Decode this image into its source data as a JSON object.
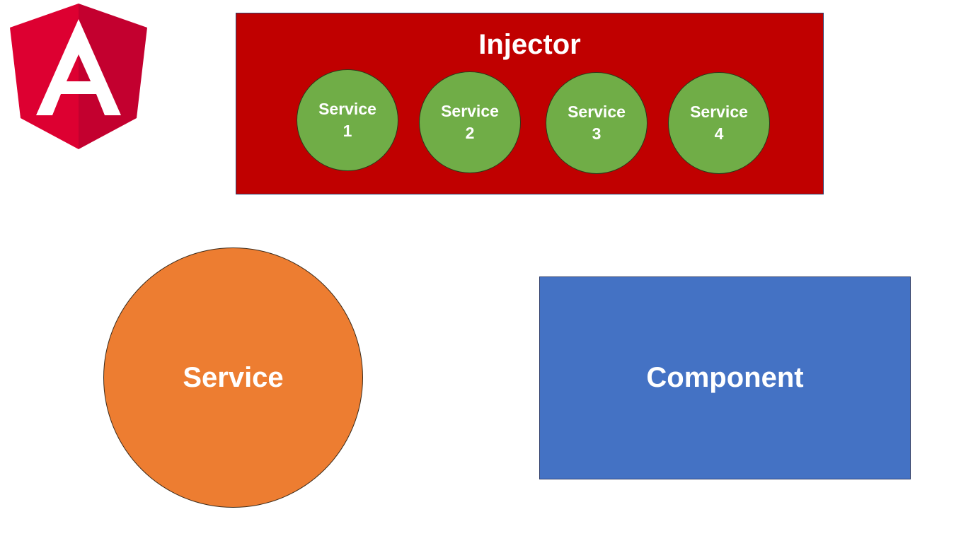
{
  "logo": {
    "icon": "angular-logo-icon",
    "colors": {
      "left": "#dd0031",
      "right": "#c3002f",
      "letter": "#ffffff"
    }
  },
  "injector": {
    "title": "Injector",
    "color": "#c00000",
    "services": [
      {
        "label": "Service",
        "number": "1"
      },
      {
        "label": "Service",
        "number": "2"
      },
      {
        "label": "Service",
        "number": "3"
      },
      {
        "label": "Service",
        "number": "4"
      }
    ],
    "service_color": "#70ad47"
  },
  "service": {
    "label": "Service",
    "color": "#ed7d31"
  },
  "component": {
    "label": "Component",
    "color": "#4472c4"
  }
}
